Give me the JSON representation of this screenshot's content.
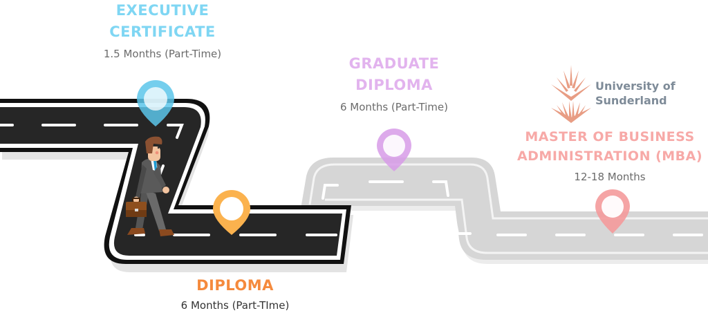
{
  "stages": [
    {
      "id": "executive-certificate",
      "title_lines": [
        "EXECUTIVE",
        "CERTIFICATE"
      ],
      "duration": "1.5 Months (Part-Time)",
      "color": "#7fd6f3",
      "pin_color": "#5cc6ea"
    },
    {
      "id": "diploma",
      "title_lines": [
        "DIPLOMA"
      ],
      "duration": "6 Months (Part-TIme)",
      "color": "#f58a3d",
      "pin_color": "#fbb24e"
    },
    {
      "id": "graduate-diploma",
      "title_lines": [
        "GRADUATE",
        "DIPLOMA"
      ],
      "duration": "6 Months (Part-Time)",
      "color": "#e2b3ee",
      "pin_color": "#d79be8"
    },
    {
      "id": "mba",
      "title_lines": [
        "MASTER OF BUSINESS",
        "ADMINISTRATION (MBA)"
      ],
      "duration": "12-18 Months",
      "color": "#f7a9a7",
      "pin_color": "#f49a9b"
    }
  ],
  "logo": {
    "line1": "University of",
    "line2": "Sunderland",
    "mark_color": "#e89d84",
    "text_color": "#7e8b98"
  },
  "road": {
    "active_color": "#262626",
    "inactive_color": "#d9d9d9",
    "marking_color": "#ffffff"
  },
  "figure": {
    "description": "businessman-walking-with-briefcase"
  }
}
